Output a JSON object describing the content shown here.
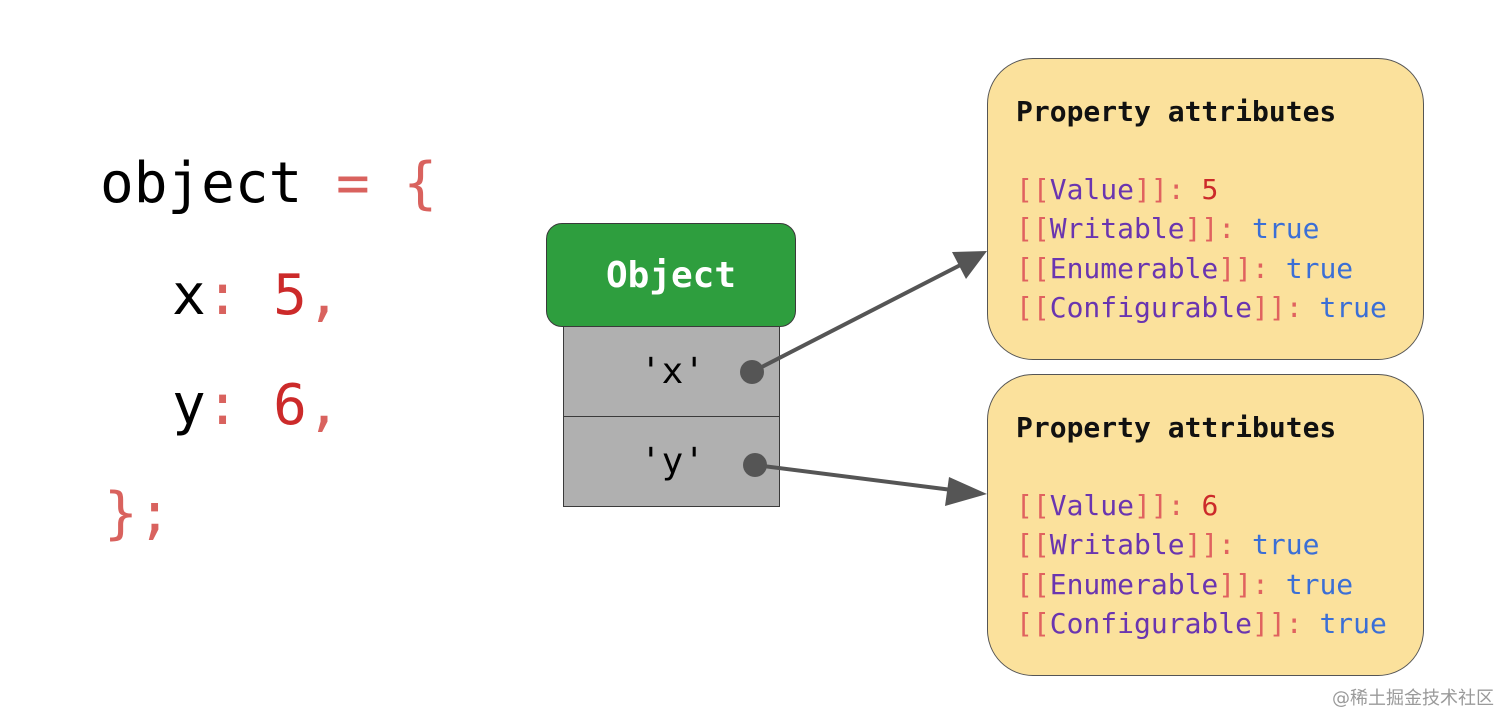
{
  "code": {
    "line1": {
      "ident": "object",
      "op": " = {"
    },
    "line2": {
      "key": "x",
      "colon": ": ",
      "value": "5",
      "comma": ","
    },
    "line3": {
      "key": "y",
      "colon": ": ",
      "value": "6",
      "comma": ","
    },
    "line4": {
      "close": "};"
    }
  },
  "object": {
    "title": "Object",
    "slots": [
      "'x'",
      "'y'"
    ]
  },
  "attributes": [
    {
      "title": "Property attributes",
      "rows": [
        {
          "open": "[[",
          "key": "Value",
          "close": "]]",
          "sep": ": ",
          "value": "5"
        },
        {
          "open": "[[",
          "key": "Writable",
          "close": "]]",
          "sep": ": ",
          "value": "true"
        },
        {
          "open": "[[",
          "key": "Enumerable",
          "close": "]]",
          "sep": ": ",
          "value": "true"
        },
        {
          "open": "[[",
          "key": "Configurable",
          "close": "]]",
          "sep": ": ",
          "value": "true"
        }
      ]
    },
    {
      "title": "Property attributes",
      "rows": [
        {
          "open": "[[",
          "key": "Value",
          "close": "]]",
          "sep": ": ",
          "value": "6"
        },
        {
          "open": "[[",
          "key": "Writable",
          "close": "]]",
          "sep": ": ",
          "value": "true"
        },
        {
          "open": "[[",
          "key": "Enumerable",
          "close": "]]",
          "sep": ": ",
          "value": "true"
        },
        {
          "open": "[[",
          "key": "Configurable",
          "close": "]]",
          "sep": ": ",
          "value": "true"
        }
      ]
    }
  ],
  "watermark": "@稀土掘金技术社区",
  "colors": {
    "object_header": "#2e9e3e",
    "slot": "#b0b0b0",
    "attr_box": "#fbe19c",
    "punct": "#d9625e",
    "number": "#cc2a2a",
    "key": "#6a35b0",
    "boolean": "#3b6fd6",
    "arrow": "#555555"
  }
}
